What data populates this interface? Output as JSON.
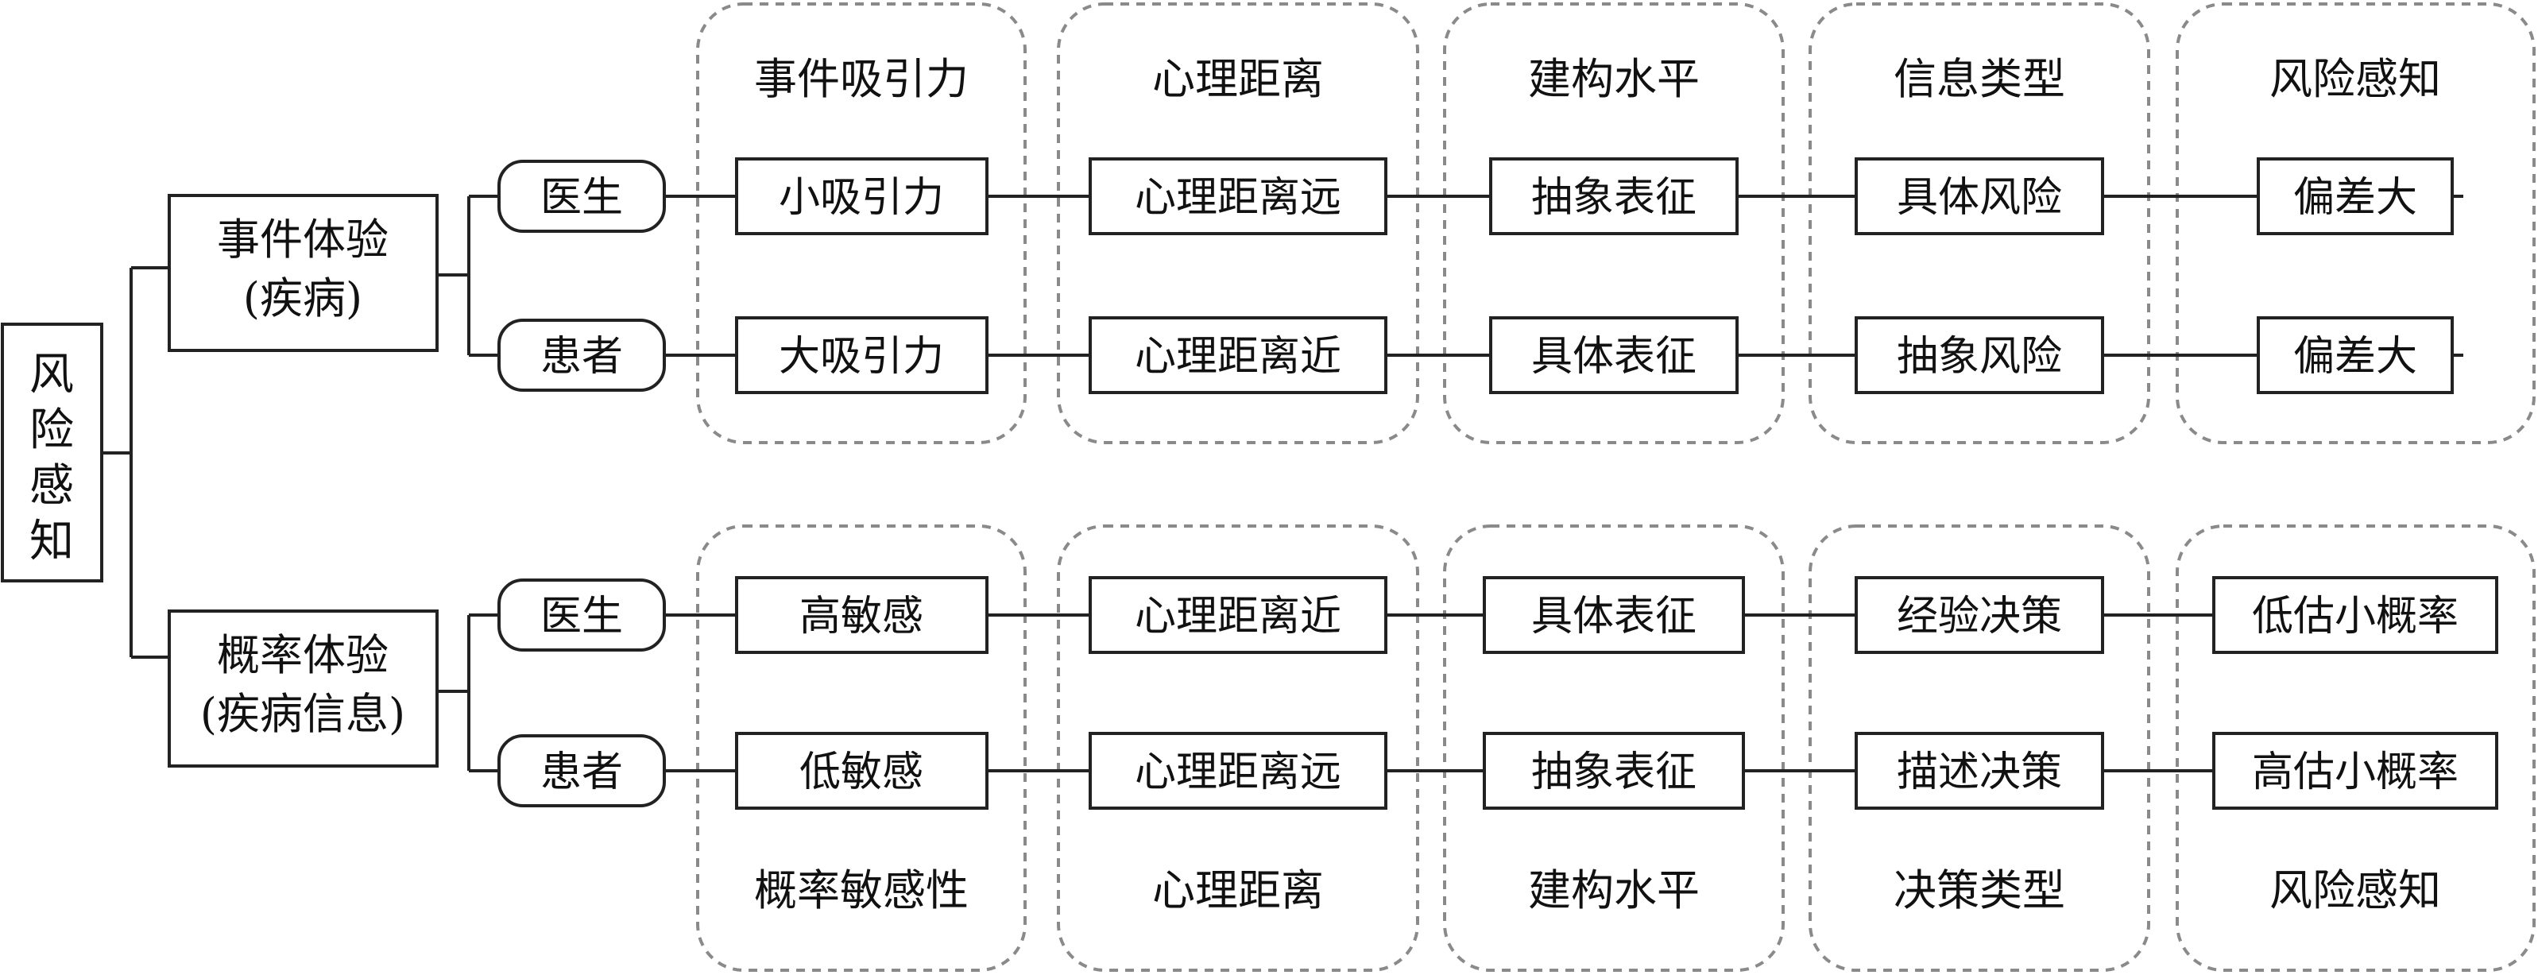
{
  "root": {
    "chars": [
      "风",
      "险",
      "感",
      "知"
    ]
  },
  "branches": [
    {
      "id": "event",
      "title": [
        "事件体验",
        "(疾病)"
      ],
      "headers_top": [
        "事件吸引力",
        "心理距离",
        "建构水平",
        "信息类型",
        "风险感知"
      ],
      "headers_bottom": [],
      "rows": [
        {
          "actor": "医生",
          "cells": [
            "小吸引力",
            "心理距离远",
            "抽象表征",
            "具体风险",
            "偏差大"
          ]
        },
        {
          "actor": "患者",
          "cells": [
            "大吸引力",
            "心理距离近",
            "具体表征",
            "抽象风险",
            "偏差大"
          ]
        }
      ]
    },
    {
      "id": "probability",
      "title": [
        "概率体验",
        "(疾病信息)"
      ],
      "headers_top": [],
      "headers_bottom": [
        "概率敏感性",
        "心理距离",
        "建构水平",
        "决策类型",
        "风险感知"
      ],
      "rows": [
        {
          "actor": "医生",
          "cells": [
            "高敏感",
            "心理距离近",
            "具体表征",
            "经验决策",
            "低估小概率"
          ]
        },
        {
          "actor": "患者",
          "cells": [
            "低敏感",
            "心理距离远",
            "抽象表征",
            "描述决策",
            "高估小概率"
          ]
        }
      ]
    }
  ]
}
